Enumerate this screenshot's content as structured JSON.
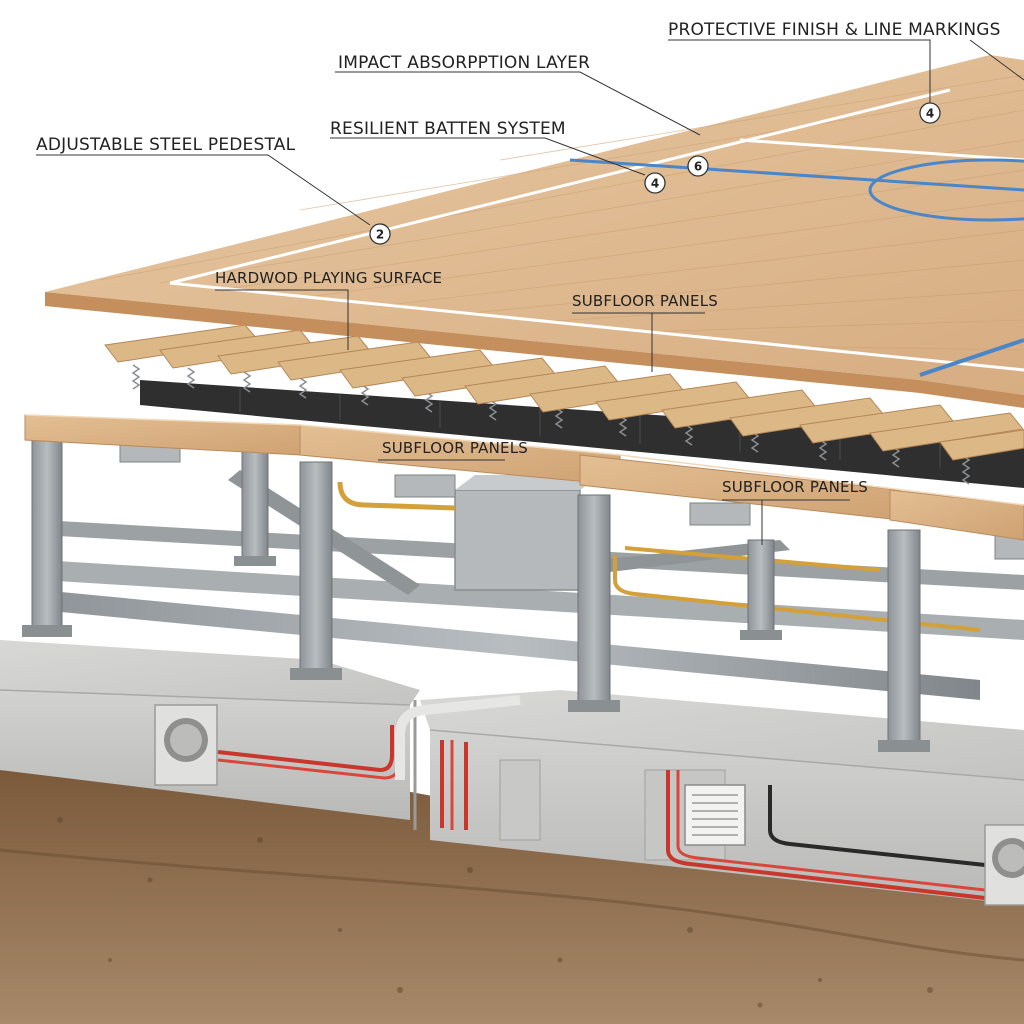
{
  "labels": {
    "protective_finish": "PROTECTIVE FINISH & LINE MARKINGS",
    "impact_absorption": "IMPACT ABSORPPTION LAYER",
    "resilient_batten": "RESILIENT BATTEN SYSTEM",
    "adjustable_pedestal": "ADJUSTABLE STEEL PEDESTAL",
    "hardwood_surface": "HARDWOD PLAYING SURFACE",
    "subfloor_panels_upper": "SUBFLOOR PANELS",
    "subfloor_panels_mid": "SUBFLOOR PANELS",
    "subfloor_panels_right": "SUBFLOOR PANELS"
  },
  "callouts": {
    "finish_num": "4",
    "impact_num": "6",
    "batten_num": "4",
    "pedestal_num": "2"
  },
  "colors": {
    "wood_light": "#e4c29a",
    "wood_mid": "#d9b184",
    "wood_dark": "#c89a6a",
    "court_line_white": "#ffffff",
    "court_line_blue": "#4a86c8",
    "rubber_pad": "#2f2f2f",
    "steel": "#9ea4a8",
    "concrete": "#cfcfcd",
    "soil": "#8a6a48",
    "pipe_red": "#c8362c",
    "pipe_yellow": "#d4a03a"
  }
}
